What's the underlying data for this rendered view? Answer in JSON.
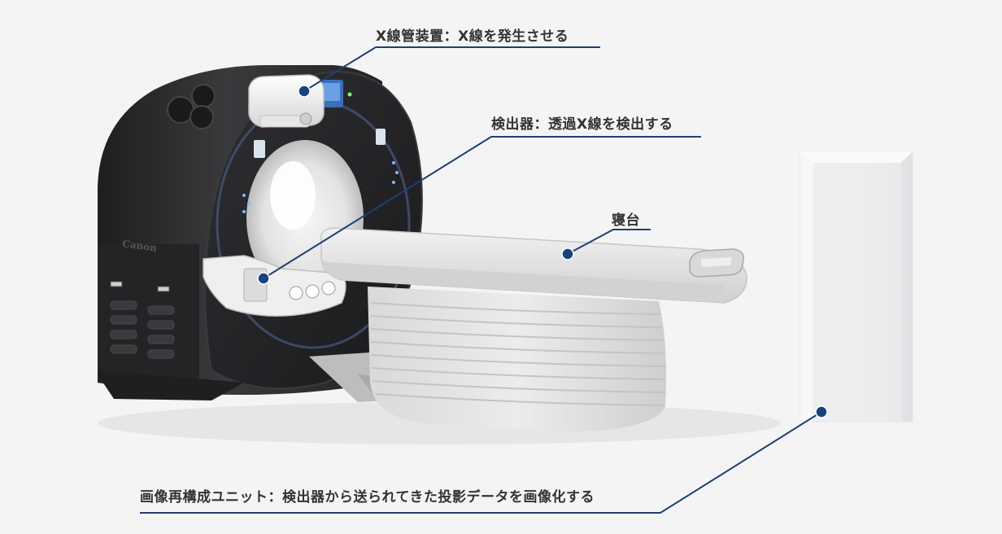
{
  "callouts": {
    "xray_tube": "X線管装置：X線を発生させる",
    "detector": "検出器：透過X線を検出する",
    "couch": "寝台",
    "reconstruction_unit": "画像再構成ユニット：検出器から送られてきた投影データを画像化する"
  },
  "gantry_brand": "Canon",
  "colors": {
    "background": "#f4f4f4",
    "leader_line": "#1f3f74",
    "marker_dot": "#15457f",
    "gantry_body": "#2c2c2e",
    "couch_body": "#dedede"
  }
}
